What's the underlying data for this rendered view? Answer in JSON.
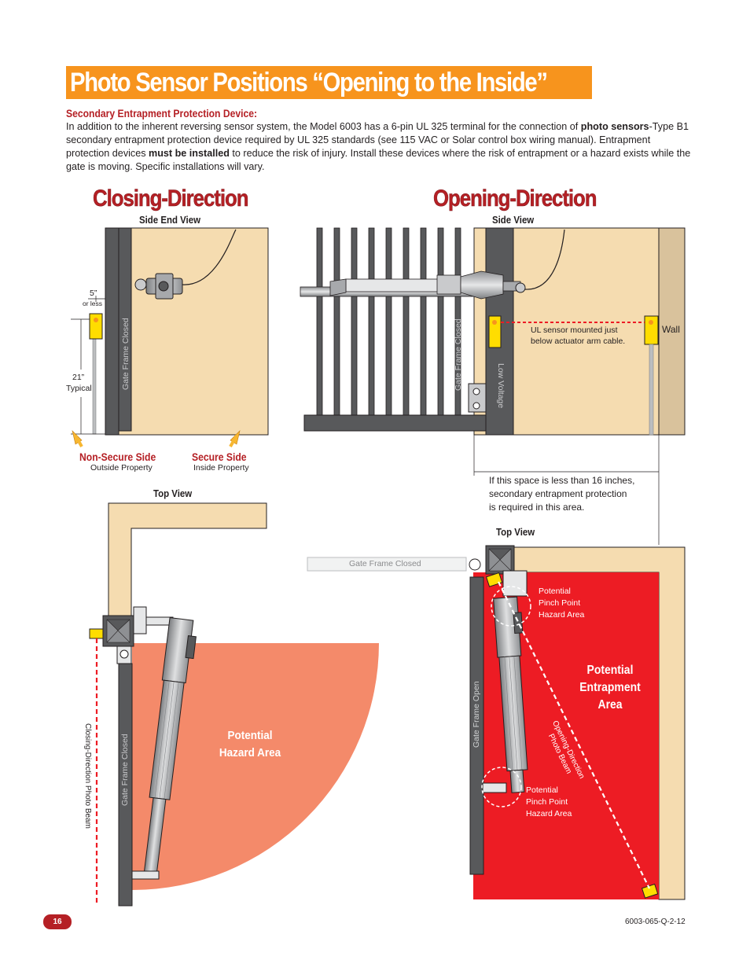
{
  "page": {
    "title": "Photo Sensor Positions “Opening to the Inside”",
    "subheading": "Secondary Entrapment Protection Device:",
    "intro": {
      "p1": "In addition to the inherent reversing sensor system, the Model 6003 has a 6-pin UL 325 terminal for the connection of ",
      "b1": "photo sensors",
      "p2": "-Type B1 secondary entrapment protection device required by UL 325 standards (see 115 VAC or Solar control box wiring manual). Entrapment protection devices ",
      "b2": "must be installed",
      "p3": " to reduce the risk of injury. Install these devices where the risk of entrapment or a hazard exists while the gate is moving. Specific installations will vary."
    },
    "page_number": "16",
    "doc_code": "6003-065-Q-2-12"
  },
  "closing": {
    "heading": "Closing-Direction",
    "side_view_label": "Side End View",
    "dim_5": "5”",
    "dim_5_note": "or less",
    "dim_21": "21”",
    "dim_21_note": "Typical",
    "gate_frame_closed": "Gate Frame Closed",
    "non_secure_side": "Non-Secure Side",
    "outside_property": "Outside Property",
    "secure_side": "Secure Side",
    "inside_property": "Inside Property",
    "top_view_label": "Top View",
    "photo_beam": "Closing-Direction Photo Beam",
    "top_gate_frame_closed": "Gate Frame Closed",
    "hazard_line1": "Potential",
    "hazard_line2": "Hazard Area"
  },
  "opening": {
    "heading": "Opening-Direction",
    "side_view_label": "Side View",
    "gate_frame_closed": "Gate Frame Closed",
    "low_voltage": "Low Voltage",
    "ul_note_line1": "UL sensor mounted just",
    "ul_note_line2": "below actuator arm cable.",
    "wall": "Wall",
    "space_note_line1": "If this space is less than 16 inches,",
    "space_note_line2": "secondary entrapment protection",
    "space_note_line3": "is required in this area.",
    "top_view_label": "Top View",
    "top_gate_frame_closed": "Gate Frame Closed",
    "gate_frame_open": "Gate Frame Open",
    "pinch_top_1": "Potential",
    "pinch_top_2": "Pinch Point",
    "pinch_top_3": "Hazard Area",
    "pinch_bot_1": "Potential",
    "pinch_bot_2": "Pinch Point",
    "pinch_bot_3": "Hazard Area",
    "entrapment_1": "Potential",
    "entrapment_2": "Entrapment",
    "entrapment_3": "Area",
    "beam_1": "Opening-Direction",
    "beam_2": "Photo Beam"
  },
  "colors": {
    "title_orange": "#f7941d",
    "heading_red": "#b52025",
    "wall_tan": "#f5dcb0",
    "hazard_salmon": "#f48a6a",
    "entrapment_red": "#ed1c24",
    "post_grey": "#58595b",
    "sensor_yellow": "#ffdd00"
  }
}
